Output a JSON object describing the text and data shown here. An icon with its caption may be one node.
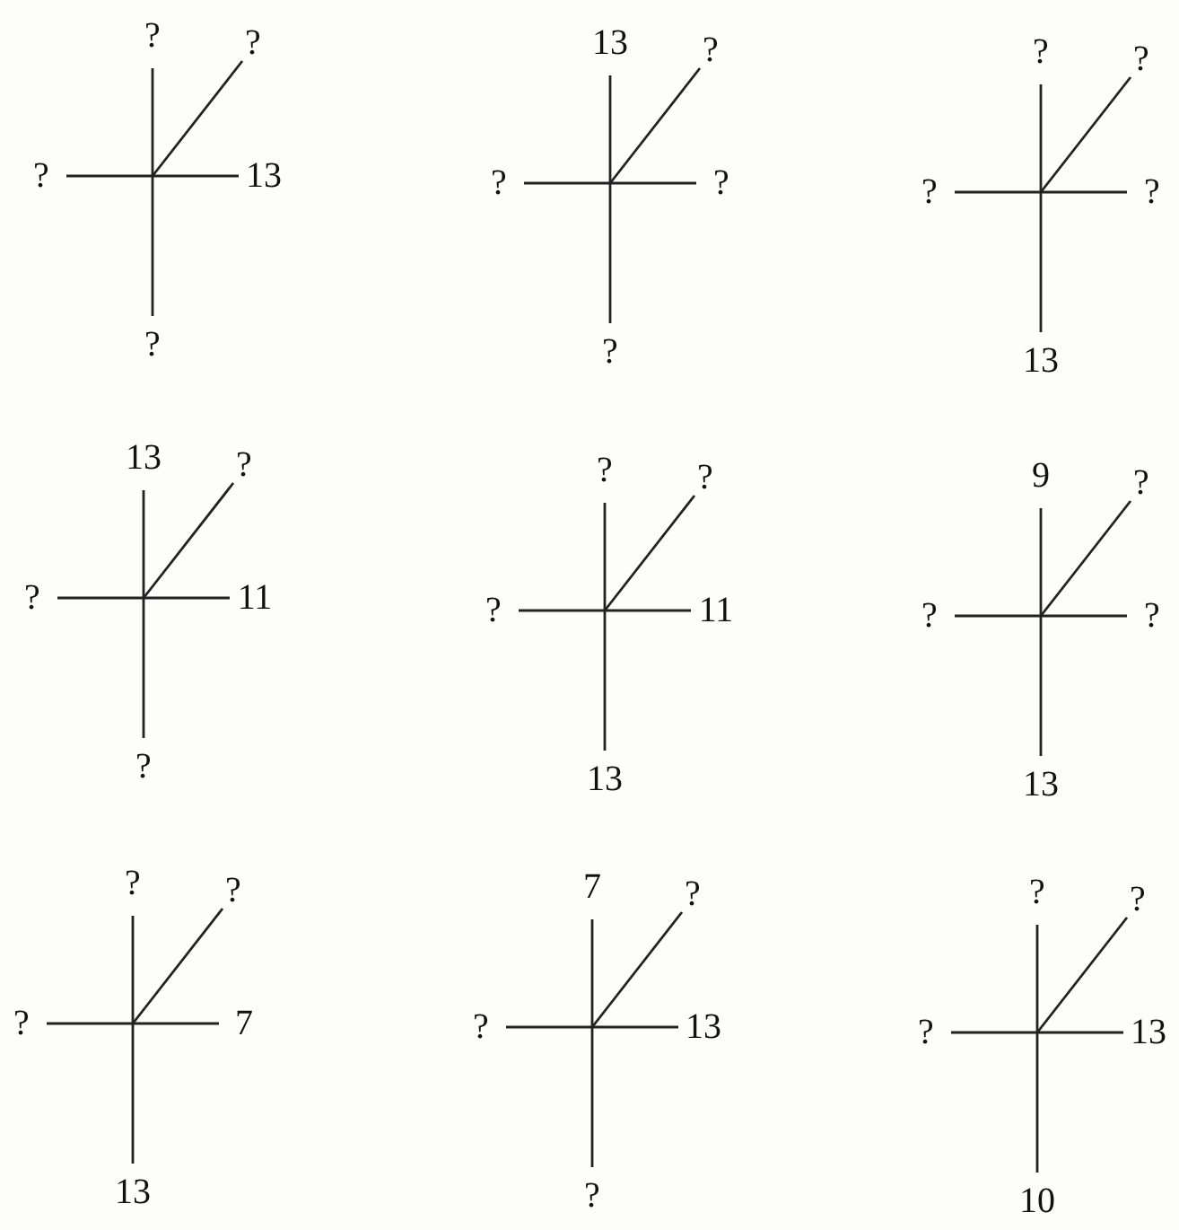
{
  "diagram": {
    "labels": [
      "?",
      "?",
      "?",
      "13",
      "?",
      "13",
      "?",
      "?",
      "?",
      "?",
      "?",
      "?",
      "?",
      "?",
      "13",
      "13",
      "?",
      "?",
      "11",
      "?",
      "?",
      "?",
      "?",
      "11",
      "13",
      "9",
      "?",
      "?",
      "?",
      "13",
      "?",
      "?",
      "?",
      "7",
      "13",
      "7",
      "?",
      "?",
      "13",
      "?",
      "?",
      "?",
      "?",
      "13",
      "10"
    ]
  }
}
